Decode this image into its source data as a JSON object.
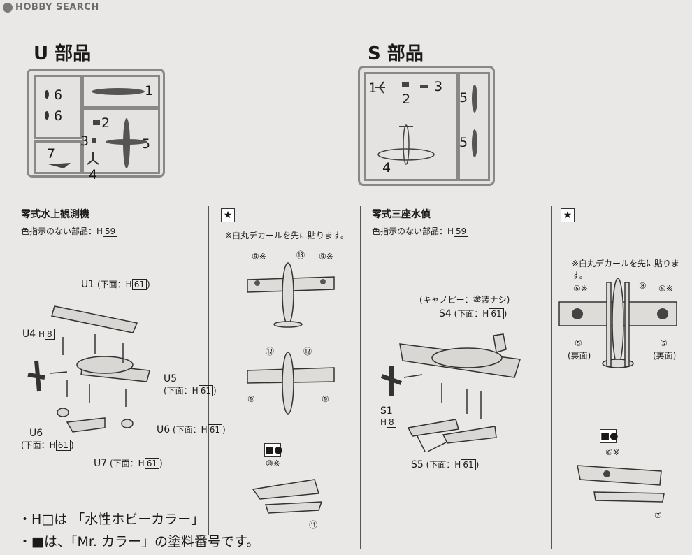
{
  "watermark": "HOBBY SEARCH",
  "u_section": {
    "title": "U 部品",
    "runner_numbers": [
      "6",
      "6",
      "1",
      "2",
      "3",
      "5",
      "7",
      "4"
    ]
  },
  "s_section": {
    "title": "S 部品",
    "runner_numbers": [
      "1",
      "2",
      "3",
      "5",
      "5",
      "4"
    ]
  },
  "left_plane": {
    "title": "零式水上観測機",
    "color_note": "色指示のない部品：H",
    "color_code": "59",
    "labels": {
      "u1": "U1",
      "u1_note": "(下面：H",
      "u1_code": "61",
      "u4": "U4",
      "u4_h": "H",
      "u4_code": "8",
      "u5": "U5",
      "u5_note": "(下面：H",
      "u5_code": "61",
      "u6a": "U6",
      "u6a_note": "(下面：H",
      "u6a_code": "61",
      "u6b": "U6",
      "u6b_note": "(下面：H",
      "u6b_code": "61",
      "u7": "U7",
      "u7_note": "(下面：H",
      "u7_code": "61"
    }
  },
  "left_decal": {
    "note": "※白丸デカールを先に貼ります。",
    "markers": [
      "⑨※",
      "⑬",
      "⑨※",
      "⑫",
      "⑫",
      "⑨",
      "⑨",
      "⑩※",
      "⑪"
    ]
  },
  "right_plane": {
    "title": "零式三座水偵",
    "color_note": "色指示のない部品：H",
    "color_code": "59",
    "labels": {
      "canopy": "(キャノピー：塗装ナシ)",
      "s4": "S4",
      "s4_note": "(下面：H",
      "s4_code": "61",
      "s1": "S1",
      "s1_h": "H",
      "s1_code": "8",
      "s5": "S5",
      "s5_note": "(下面：H",
      "s5_code": "61"
    }
  },
  "right_decal": {
    "note": "※白丸デカールを先に貼ります。",
    "markers": [
      "⑤※",
      "⑧",
      "⑤※",
      "⑤",
      "⑤",
      "⑥※",
      "⑦"
    ],
    "back1": "(裏面)",
    "back2": "(裏面)"
  },
  "legend": {
    "line1": "・H□は 「水性ホビーカラー」",
    "line2": "・■は、「Mr. カラー」の塗料番号です。"
  }
}
